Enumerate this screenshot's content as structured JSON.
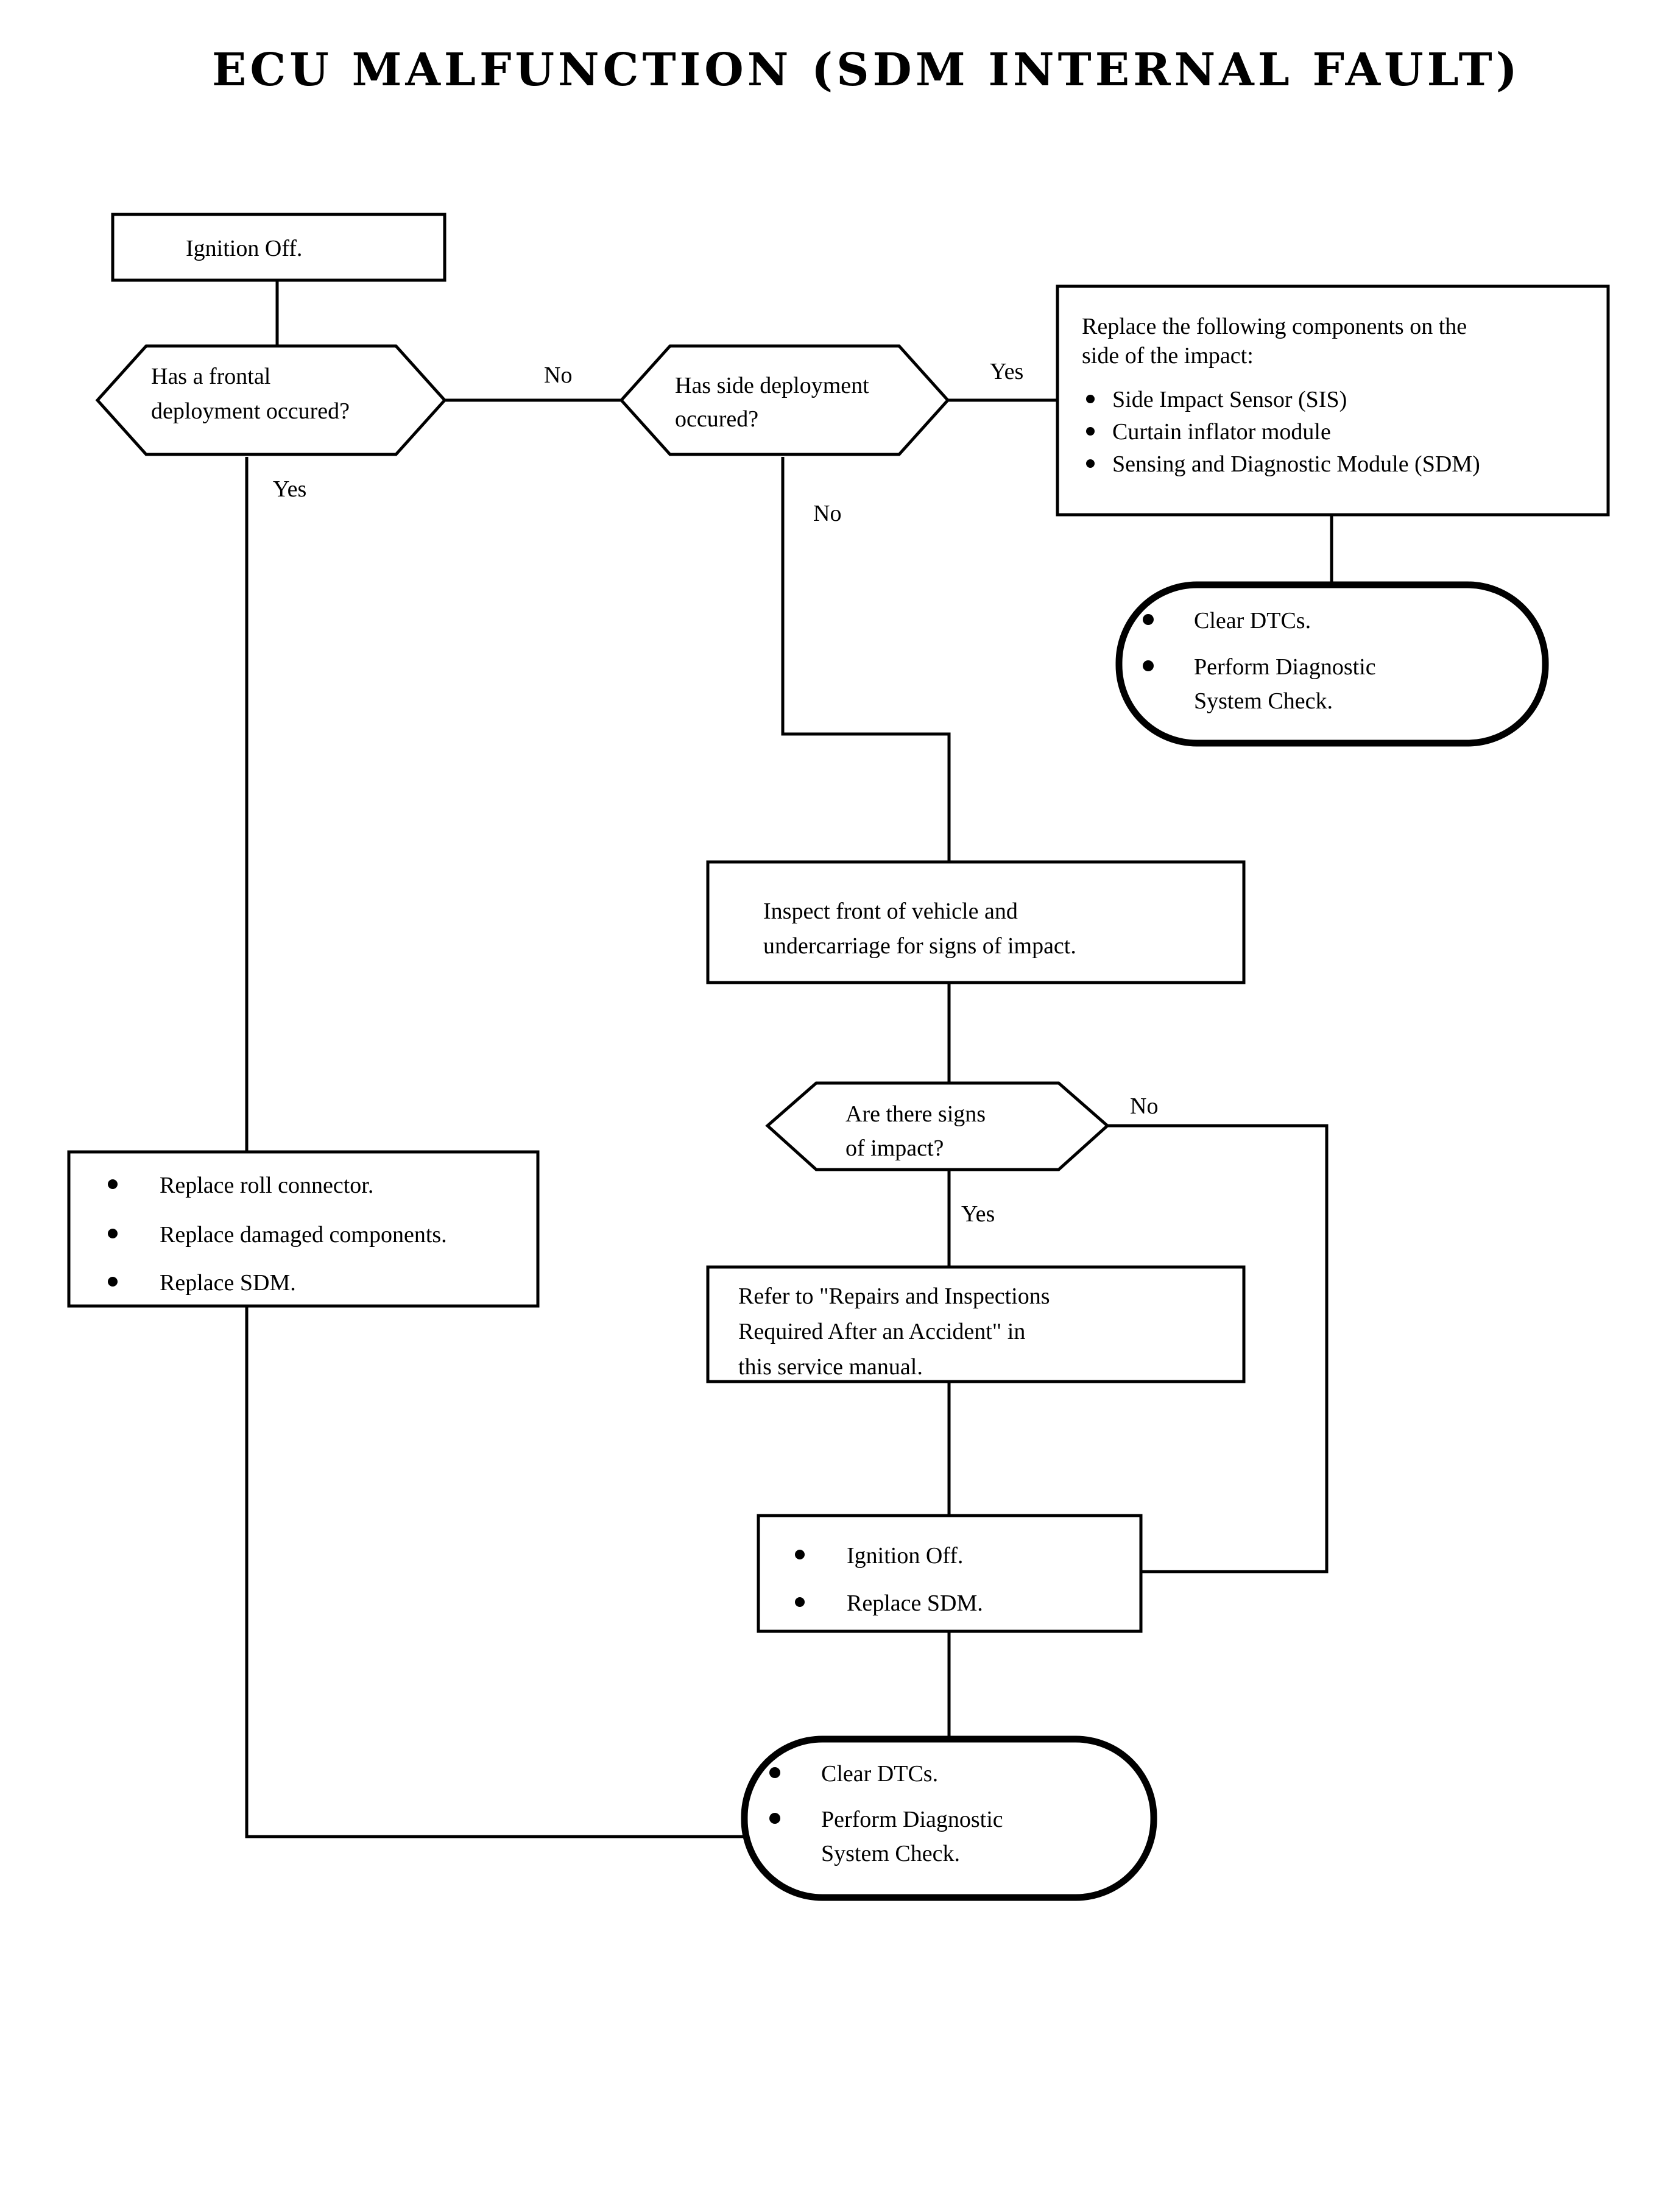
{
  "page": {
    "title": "ECU MALFUNCTION (SDM INTERNAL FAULT)",
    "background_color": "#ffffff",
    "line_color": "#000000",
    "text_color": "#000000"
  },
  "nodes": {
    "ignition_off_start": {
      "shape": "process-box",
      "lines": [
        "Ignition Off."
      ]
    },
    "frontal_deployment_decision": {
      "shape": "hexagon-decision",
      "lines": [
        "Has a frontal",
        "deployment occured?"
      ]
    },
    "side_deployment_decision": {
      "shape": "hexagon-decision",
      "lines": [
        "Has side deployment",
        "occured?"
      ]
    },
    "replace_side_components": {
      "shape": "process-box",
      "heading": [
        "Replace the following components on the",
        "side of the impact:"
      ],
      "bullets": [
        "Side Impact Sensor (SIS)",
        "Curtain inflator module",
        "Sensing and Diagnostic Module (SDM)"
      ]
    },
    "clear_dtcs_side_terminator": {
      "shape": "rounded-terminator",
      "bullets": [
        [
          "Clear DTCs."
        ],
        [
          "Perform Diagnostic",
          "System Check."
        ]
      ]
    },
    "inspect_front_vehicle": {
      "shape": "process-box",
      "lines": [
        "Inspect front of vehicle and",
        "undercarriage for signs of impact."
      ]
    },
    "signs_of_impact_decision": {
      "shape": "hexagon-decision",
      "lines": [
        "Are there signs",
        "of impact?"
      ]
    },
    "replace_frontal_components": {
      "shape": "process-box",
      "bullets": [
        "Replace roll connector.",
        "Replace damaged components.",
        "Replace SDM."
      ]
    },
    "refer_to_repairs_manual": {
      "shape": "process-box",
      "lines": [
        "Refer to \"Repairs and Inspections",
        "Required After an Accident\" in",
        "this service manual."
      ]
    },
    "ignition_off_replace_sdm": {
      "shape": "process-box",
      "bullets": [
        "Ignition Off.",
        "Replace SDM."
      ]
    },
    "clear_dtcs_final_terminator": {
      "shape": "rounded-terminator",
      "bullets": [
        [
          "Clear DTCs."
        ],
        [
          "Perform Diagnostic",
          "System Check."
        ]
      ]
    }
  },
  "edge_labels": {
    "frontal_no": "No",
    "frontal_yes": "Yes",
    "side_yes": "Yes",
    "side_no": "No",
    "impact_no": "No",
    "impact_yes": "Yes"
  }
}
